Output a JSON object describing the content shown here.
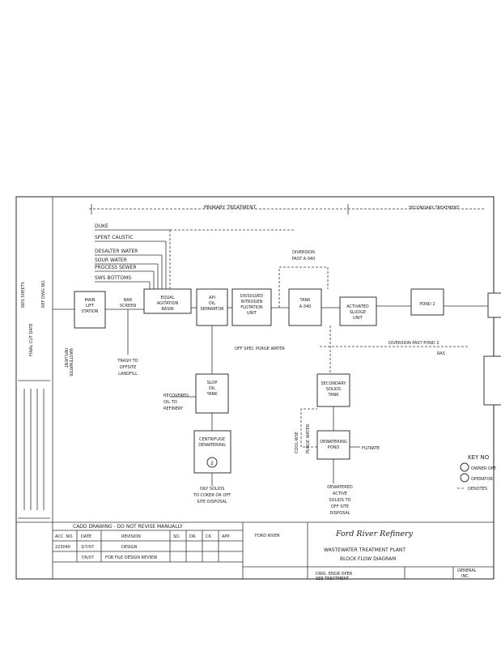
{
  "sections": {
    "primary": "PRIMARY TREATMENT",
    "secondary": "SECONDARY TREATMENT"
  },
  "input_streams": [
    "DUKE",
    "SPENT CAUSTIC",
    "DESALTER WATER",
    "SOUR WATER",
    "PROCESS SEWER",
    "SWS BOTTOMS"
  ],
  "process_units": {
    "lift_station": [
      "MAIN",
      "LIFT",
      "STATION"
    ],
    "bar_screen": [
      "BAR",
      "SCREEN"
    ],
    "equalization": [
      "EQUAL",
      "AGITATION",
      "BASIN"
    ],
    "api_separator": [
      "API",
      "OIL",
      "SEPARATOR"
    ],
    "daf": [
      "DISSOLVED",
      "NITROGEN",
      "FLOTATION",
      "UNIT"
    ],
    "tank": [
      "TANK",
      "A-340"
    ],
    "activated_sludge": [
      "ACTIVATED",
      "SLUDGE",
      "UNIT"
    ],
    "pond": [
      "POND 2"
    ],
    "slop_oil": [
      "SLOP",
      "OIL",
      "TANK"
    ],
    "centrifuge": [
      "CENTRIFUGE",
      "DEWATERING"
    ],
    "secondary_solids": [
      "SECONDARY",
      "SOLIDS",
      "TANK"
    ],
    "dewatering_pond": [
      "DEWATERING",
      "POND"
    ]
  },
  "notes": {
    "influent": [
      "INFLUENT",
      "WASTEWATER"
    ],
    "diversion_top": [
      "DIVERSION",
      "PAST A-340"
    ],
    "off_spec": "OFF SPEC PURGE WATER",
    "diversion_pond": "DIVERSION PAST POND 2",
    "trash": [
      "TRASH TO",
      "OFFSITE",
      "LANDFILL"
    ],
    "recovered_oil": [
      "RECOVERED",
      "OIL TO",
      "REFINERY"
    ],
    "oily_solids": [
      "OILY SOLIDS",
      "TO COKER OR OFF",
      "SITE DISPOSAL"
    ],
    "filtrate": "FILTRATE",
    "dewatered": [
      "DEWATERED",
      "ACTIVE",
      "SOLIDS TO",
      "OFF SITE",
      "DISPOSAL"
    ],
    "recycle": [
      "COOL-WSE",
      "PURGE WATER"
    ],
    "circle_2": "2",
    "ras_label": "RAS"
  },
  "key": {
    "title": "KEY NO",
    "items": [
      "OWNER OPE",
      "OPERATOR"
    ],
    "denotes": "DENOTES"
  },
  "title_block": {
    "company": "Ford River Refinery",
    "title_line1": "WASTEWATER TREATMENT PLANT",
    "title_line2": "BLOCK FLOW DIAGRAM",
    "warning": "CADD DRAWING - DO NOT REVISE MANUALLY",
    "location": "FORD RIVER",
    "headers": [
      "ACC. NO.",
      "DATE",
      "REVISION",
      "SD.",
      "DR.",
      "CK.",
      "APP."
    ],
    "row1": [
      "223040",
      "3/7/07",
      "DESIGN"
    ],
    "row2": [
      "",
      "7/6/07",
      "FOR FILE DESIGN REVIEW"
    ],
    "bottom": [
      "DWG. ENGR OPER",
      "SEE TREATMENT",
      "GENERAL",
      "INC."
    ],
    "side_labels": [
      "NDS SHEETS",
      "FINAL CUT DATE",
      "REF DWG NO."
    ]
  }
}
